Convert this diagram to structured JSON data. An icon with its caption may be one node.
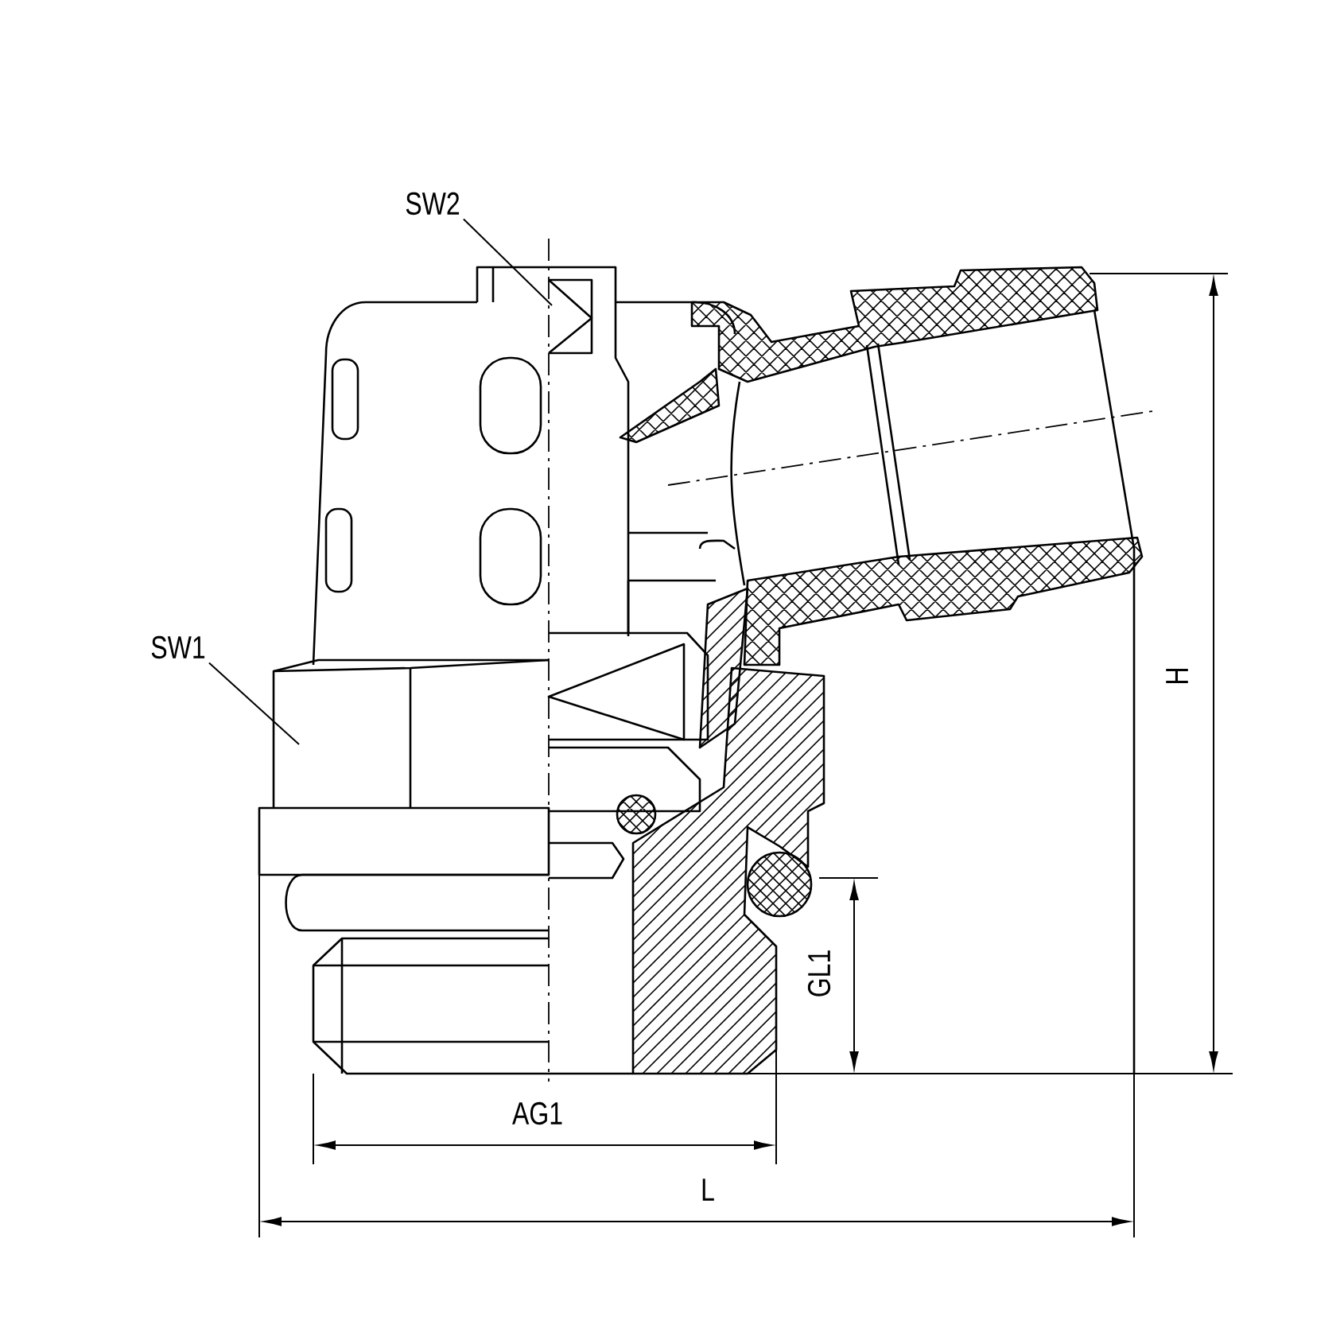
{
  "diagram": {
    "nodes": [
      {
        "text": [
          "SW2"
        ]
      },
      {
        "text": [
          "SW1"
        ]
      }
    ],
    "edges": [
      {
        "from": 0,
        "to": null,
        "arrow": "none"
      },
      {
        "from": 1,
        "to": null,
        "arrow": "none"
      }
    ],
    "labels": [
      "H",
      "GL1",
      "AG1",
      "L"
    ]
  }
}
